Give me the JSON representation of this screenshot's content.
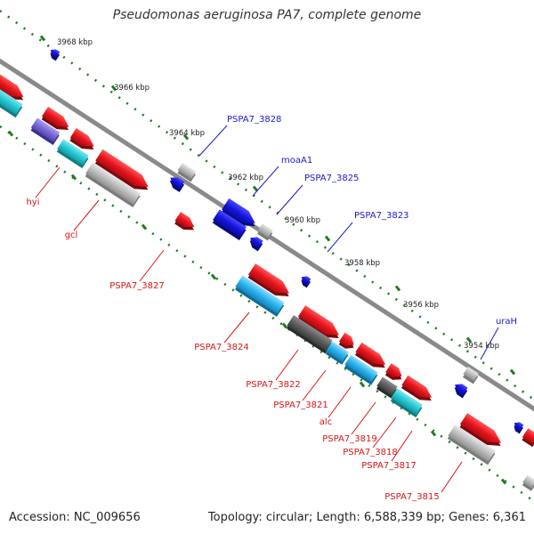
{
  "title": "Pseudomonas aeruginosa PA7, complete genome",
  "accession_label": "Accession: NC_009656",
  "summary_label": "Topology: circular; Length: 6,588,339 bp; Genes: 6,361",
  "kbp_ticks": [
    "3968 kbp",
    "3966 kbp",
    "3964 kbp",
    "3962 kbp",
    "3960 kbp",
    "3958 kbp",
    "3956 kbp",
    "3954 kbp"
  ],
  "forward_gene_labels": [
    "PSPA7_3828",
    "moaA1",
    "PSPA7_3825",
    "PSPA7_3823",
    "uraH"
  ],
  "reverse_gene_labels": [
    "hyi",
    "gcl",
    "PSPA7_3827",
    "PSPA7_3824",
    "PSPA7_3822",
    "PSPA7_3821",
    "alc",
    "PSPA7_3819",
    "PSPA7_3818",
    "PSPA7_3817",
    "PSPA7_3815"
  ],
  "colors": {
    "backbone": "#8a8a8a",
    "forward_label": "#1a1acc",
    "reverse_label": "#d81414",
    "forward_gene": "#1515e0",
    "reverse_gene": "#e8141c",
    "cyan_feature": "#27c9d4",
    "sky_feature": "#2ab4ee",
    "grey_feature": "#bdbdbd",
    "dark_feature": "#5f5f5f",
    "purple_feature": "#7a6ad8",
    "tick_dot": "#1f7a1f"
  }
}
